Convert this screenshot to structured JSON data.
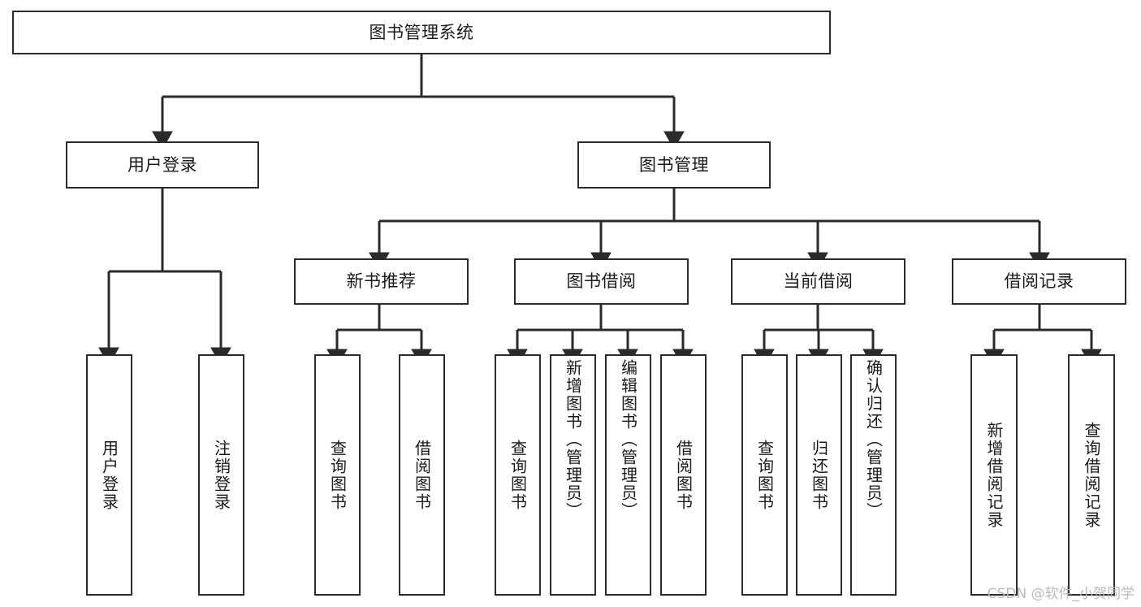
{
  "diagram": {
    "type": "tree",
    "title": "图书管理系统",
    "orientation": "top-down",
    "edge_color": "#2b2b2b",
    "node_border_color": "#2b2b2b",
    "node_fill_color": "#ffffff",
    "text_color": "#1a1a1a",
    "levels": 4
  },
  "root": {
    "label": "图书管理系统"
  },
  "level2": [
    {
      "label": "用户登录"
    },
    {
      "label": "图书管理"
    }
  ],
  "level3": [
    {
      "label": "新书推荐"
    },
    {
      "label": "图书借阅"
    },
    {
      "label": "当前借阅"
    },
    {
      "label": "借阅记录"
    }
  ],
  "leaves": {
    "user_login": [
      {
        "label": "用户登录"
      },
      {
        "label": "注销登录"
      }
    ],
    "new_book_recommend": [
      {
        "label": "查询图书"
      },
      {
        "label": "借阅图书"
      }
    ],
    "book_borrow": [
      {
        "label": "查询图书"
      },
      {
        "label": "新增图书（管理员）"
      },
      {
        "label": "编辑图书（管理员）"
      },
      {
        "label": "借阅图书"
      }
    ],
    "current_borrow": [
      {
        "label": "查询图书"
      },
      {
        "label": "归还图书"
      },
      {
        "label": "确认归还（管理员）"
      }
    ],
    "borrow_record": [
      {
        "label": "新增借阅记录"
      },
      {
        "label": "查询借阅记录"
      }
    ]
  },
  "watermark": {
    "text": "CSDN @软件_小贺同学",
    "color": "#b9b9b9"
  }
}
